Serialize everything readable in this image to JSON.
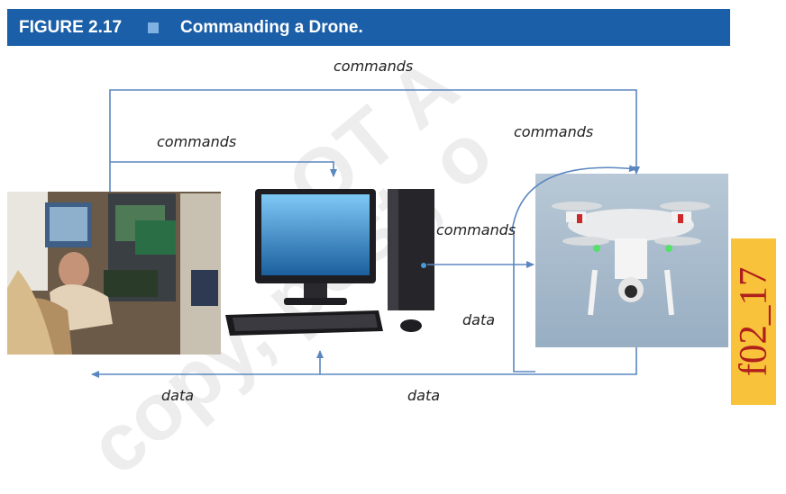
{
  "figure": {
    "number": "FIGURE 2.17",
    "title": "Commanding a Drone."
  },
  "labels": {
    "commands_top": "commands",
    "commands_left": "commands",
    "commands_right": "commands",
    "commands_mid": "commands",
    "data_mid": "data",
    "data_bottom_left": "data",
    "data_bottom_right": "data"
  },
  "side_tag": "f02_17",
  "watermark": {
    "line1": "OT A",
    "line2": "copy, post, o"
  },
  "colors": {
    "header": "#1b5fa8",
    "header_square": "#7fb2e3",
    "arrow": "#5b87c0",
    "tag_bg": "#f8c33a",
    "tag_text": "#b0201c"
  },
  "icons": [
    "pilot-station-photo",
    "desktop-computer-illustration",
    "quadcopter-drone-photo"
  ]
}
